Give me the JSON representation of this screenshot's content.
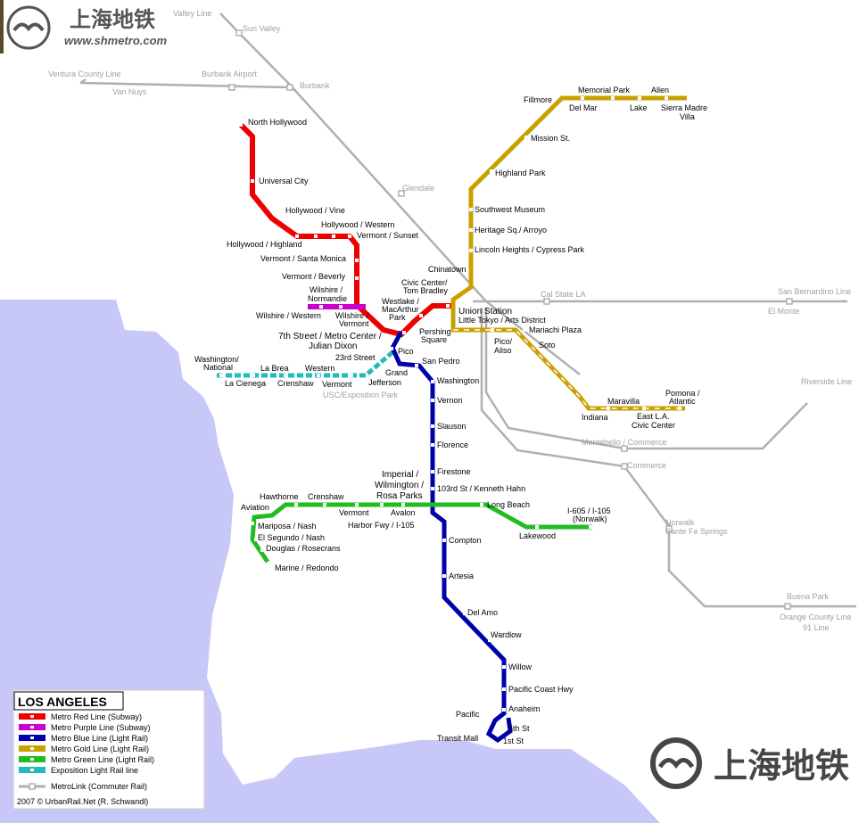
{
  "colors": {
    "water": "#c8c8f8",
    "red": "#ee0000",
    "purple": "#cc00cc",
    "blue": "#0000aa",
    "gold": "#c8a000",
    "green": "#22bb22",
    "cyan": "#22bbbb",
    "metrolink": "#b0b0b0"
  },
  "header": {
    "logo_cn": "上海地铁",
    "logo_url": "www.shmetro.com"
  },
  "watermark": {
    "cn": "上海地铁"
  },
  "metrolink": {
    "valley": "Valley Line",
    "sunvalley": "Sun Valley",
    "ventura": "Ventura County Line",
    "burbankairport": "Burbank Airport",
    "vannuys": "Van Nuys",
    "burbank": "Burbank",
    "glendale": "Glendale",
    "calstate": "Cal State LA",
    "sanbern": "San Bernardino Line",
    "elmonte": "El Monte",
    "riverside": "Riverside Line",
    "montebello": "Montebello / Commerce",
    "commerce": "Commerce",
    "norwalk": "Norwalk",
    "santefe": "Sante Fe Springs",
    "buenapark": "Buena Park",
    "orange": "Orange County Line",
    "line91": "91 Line",
    "usc": "USC/Exposition Park"
  },
  "red": {
    "northhollywood": "North Hollywood",
    "universalcity": "Universal City",
    "hollywoodvine": "Hollywood / Vine",
    "hollywoodwestern": "Hollywood / Western",
    "vermontsunset": "Vermont / Sunset",
    "hollywoodhighland": "Hollywood / Highland",
    "vermontsantamonica": "Vermont / Santa Monica",
    "vermontbeverly": "Vermont / Beverly"
  },
  "purple": {
    "wilshirenormandie1": "Wilshire /",
    "wilshirenormandie2": "Normandie",
    "wilshirewestern": "Wilshire / Western",
    "wilshirevermont1": "Wilshire /",
    "wilshirevermont2": "Vermont"
  },
  "core": {
    "westlake1": "Westlake /",
    "westlake2": "MacArthur",
    "westlake3": "Park",
    "civic1": "Civic Center/",
    "civic2": "Tom Bradley",
    "chinatown": "Chinatown",
    "union": "Union Station",
    "littletokyo": "Little Tokyo / Arts District",
    "pershing1": "Pershing",
    "pershing2": "Square",
    "seventh1": "7th Street / Metro Center /",
    "seventh2": "Julian Dixon"
  },
  "blue": {
    "pico": "Pico",
    "sanpedro": "San Pedro",
    "grand": "Grand",
    "washington": "Washington",
    "vernon": "Vernon",
    "slauson": "Slauson",
    "florence": "Florence",
    "firestone": "Firestone",
    "hahn": "103rd St / Kenneth Hahn",
    "imperial1": "Imperial /",
    "imperial2": "Wilmington /",
    "imperial3": "Rosa Parks",
    "compton": "Compton",
    "artesia": "Artesia",
    "delamo": "Del Amo",
    "wardlow": "Wardlow",
    "willow": "Willow",
    "pch": "Pacific Coast Hwy",
    "anaheim": "Anaheim",
    "pacific": "Pacific",
    "fifth": "5th St",
    "first": "1st St",
    "transitmall": "Transit Mall"
  },
  "expo": {
    "stret23": "23rd Street",
    "jefferson": "Jefferson",
    "washnat1": "Washington/",
    "washnat2": "National",
    "labrea": "La Brea",
    "western": "Western",
    "lacienega": "La Cienega",
    "crenshaw": "Crenshaw",
    "vermont": "Vermont"
  },
  "gold": {
    "fillmore": "Fillmore",
    "memorialpark": "Memorial Park",
    "allen": "Allen",
    "delmar": "Del Mar",
    "lake": "Lake",
    "sierramadre1": "Sierra Madre",
    "sierramadre2": "Villa",
    "missionst": "Mission St.",
    "highlandpark": "Highland Park",
    "swmuseum": "Southwest Museum",
    "heritage": "Heritage Sq./ Arroyo",
    "lincoln": "Lincoln Heights / Cypress Park",
    "mariachi": "Mariachi Plaza",
    "picoaliso1": "Pico/",
    "picoaliso2": "Aliso",
    "soto": "Soto",
    "maravilla": "Maravilla",
    "indiana": "Indiana",
    "pomona1": "Pomona /",
    "pomona2": "Atlantic",
    "eastla1": "East L.A.",
    "eastla2": "Civic Center"
  },
  "green": {
    "hawthorne": "Hawthorne",
    "crenshaw": "Crenshaw",
    "aviation": "Aviation",
    "vermont": "Vermont",
    "avalon": "Avalon",
    "harbor": "Harbor Fwy / I-105",
    "longbeach": "Long Beach",
    "i605a": "I-605 / I-105",
    "i605b": "(Norwalk)",
    "lakewood": "Lakewood",
    "mariposa": "Mariposa / Nash",
    "elsegundo": "El Segundo / Nash",
    "douglas": "Douglas / Rosecrans",
    "marine": "Marine / Redondo"
  },
  "legend": {
    "title": "LOS ANGELES",
    "red": "Metro Red Line (Subway)",
    "purple": "Metro Purple Line (Subway)",
    "blue": "Metro Blue Line (Light Rail)",
    "gold": "Metro Gold Line (Light Rail)",
    "green": "Metro Green Line (Light Rail)",
    "expo": "Exposition Light Rail line",
    "metrolink": "MetroLink (Commuter Rail)",
    "credit": "2007 © UrbanRail.Net (R. Schwandl)"
  }
}
